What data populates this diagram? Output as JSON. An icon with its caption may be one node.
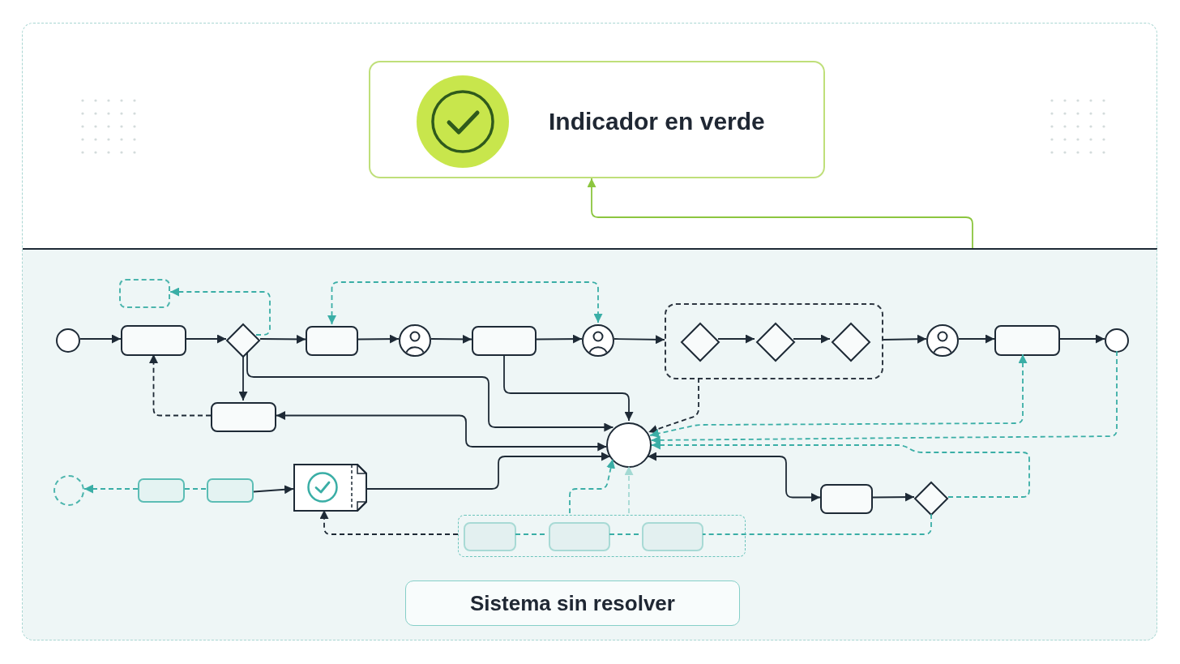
{
  "diagram": {
    "nodes": [
      {
        "text": [
          "Indicador en verde"
        ]
      },
      {
        "text": [
          "Sistema sin resolver"
        ]
      },
      {
        "text": [],
        "shape": "box",
        "in": 1
      },
      {
        "text": [],
        "shape": "circle",
        "in": 1
      },
      {
        "text": [],
        "shape": "box",
        "in": 1
      },
      {
        "text": [],
        "shape": "diamond",
        "in": 1
      },
      {
        "text": [],
        "shape": "box",
        "in": 1
      },
      {
        "text": [],
        "shape": "person",
        "in": 1
      },
      {
        "text": [],
        "shape": "box",
        "in": 1
      },
      {
        "text": [],
        "shape": "person",
        "in": 1
      },
      {
        "text": [],
        "shape": "box",
        "in": 1
      },
      {
        "text": [],
        "shape": "diamond",
        "in": 10
      },
      {
        "text": [],
        "shape": "diamond",
        "in": 10
      },
      {
        "text": [],
        "shape": "diamond",
        "in": 10
      },
      {
        "text": [],
        "shape": "person",
        "in": 1
      },
      {
        "text": [],
        "shape": "box",
        "in": 1
      },
      {
        "text": [],
        "shape": "circle",
        "in": 1
      },
      {
        "text": [],
        "shape": "box",
        "in": 1
      },
      {
        "text": [],
        "shape": "circle",
        "in": 1
      },
      {
        "text": [],
        "shape": "circle",
        "in": 1
      },
      {
        "text": [],
        "shape": "box",
        "in": 1
      },
      {
        "text": [],
        "shape": "box",
        "in": 1
      },
      {
        "text": [],
        "shape": "document",
        "in": 1
      },
      {
        "text": [],
        "shape": "box",
        "in": 1
      },
      {
        "text": [],
        "shape": "diamond",
        "in": 1
      },
      {
        "text": [],
        "shape": "box",
        "in": 1
      },
      {
        "text": [],
        "shape": "box",
        "in": 25
      },
      {
        "text": [],
        "shape": "box",
        "in": 25
      },
      {
        "text": [],
        "shape": "box",
        "in": 25
      }
    ],
    "edges": [
      {
        "from": 3,
        "to": 4,
        "arrow": "to"
      },
      {
        "from": 4,
        "to": 5,
        "arrow": "to"
      },
      {
        "from": 5,
        "to": 6,
        "arrow": "to"
      },
      {
        "from": 5,
        "to": 2,
        "arrow": "to",
        "style": "dashed",
        "color": "#3aaea6"
      },
      {
        "from": 6,
        "to": 9,
        "arrow": "both",
        "style": "dashed",
        "color": "#3aaea6"
      },
      {
        "from": 6,
        "to": 7,
        "arrow": "to"
      },
      {
        "from": 7,
        "to": 8,
        "arrow": "to"
      },
      {
        "from": 8,
        "to": 9,
        "arrow": "to"
      },
      {
        "from": 9,
        "to": 10,
        "arrow": "to"
      },
      {
        "from": 11,
        "to": 12,
        "arrow": "to"
      },
      {
        "from": 12,
        "to": 13,
        "arrow": "to"
      },
      {
        "from": 10,
        "to": 14,
        "arrow": "to"
      },
      {
        "from": 14,
        "to": 15,
        "arrow": "to"
      },
      {
        "from": 15,
        "to": 16,
        "arrow": "to"
      },
      {
        "from": 5,
        "to": 17,
        "arrow": "to"
      },
      {
        "from": 5,
        "to": 18,
        "arrow": "to"
      },
      {
        "from": 8,
        "to": 18,
        "arrow": "to"
      },
      {
        "from": 10,
        "to": 18,
        "arrow": "to",
        "style": "dashed"
      },
      {
        "from": 17,
        "to": 4,
        "arrow": "to",
        "style": "dashed"
      },
      {
        "from": 17,
        "to": 18,
        "arrow": "both"
      },
      {
        "from": 15,
        "to": 18,
        "arrow": "both",
        "style": "dashed",
        "color": "#3aaea6"
      },
      {
        "from": 16,
        "to": 18,
        "arrow": "to",
        "style": "dashed",
        "color": "#3aaea6"
      },
      {
        "from": 24,
        "to": 18,
        "arrow": "to",
        "style": "dashed",
        "color": "#3aaea6"
      },
      {
        "from": 20,
        "to": 19,
        "arrow": "to",
        "style": "dashed",
        "color": "#3aaea6"
      },
      {
        "from": 20,
        "to": 21,
        "arrow": "none",
        "style": "dashed",
        "color": "#3aaea6"
      },
      {
        "from": 21,
        "to": 22,
        "arrow": "to"
      },
      {
        "from": 22,
        "to": 18,
        "arrow": "to"
      },
      {
        "from": 25,
        "to": 18,
        "arrow": "to",
        "style": "dashed",
        "color": "#3aaea6"
      },
      {
        "from": 25,
        "to": 18,
        "arrow": "to",
        "style": "dashed",
        "color": "#a3d9d3"
      },
      {
        "from": 18,
        "to": 23,
        "arrow": "both"
      },
      {
        "from": 23,
        "to": 24,
        "arrow": "to"
      },
      {
        "from": 24,
        "to": 28,
        "arrow": "none",
        "style": "dashed",
        "color": "#3aaea6"
      },
      {
        "from": 26,
        "to": 27,
        "arrow": "none",
        "style": "dashed",
        "color": "#3aaea6"
      },
      {
        "from": 27,
        "to": 28,
        "arrow": "none",
        "style": "dashed",
        "color": "#3aaea6"
      },
      {
        "from": 25,
        "to": 22,
        "arrow": "to",
        "style": "dashed"
      },
      {
        "from": 1,
        "to": 0,
        "arrow": "to",
        "color": "#8cc63f"
      }
    ]
  }
}
